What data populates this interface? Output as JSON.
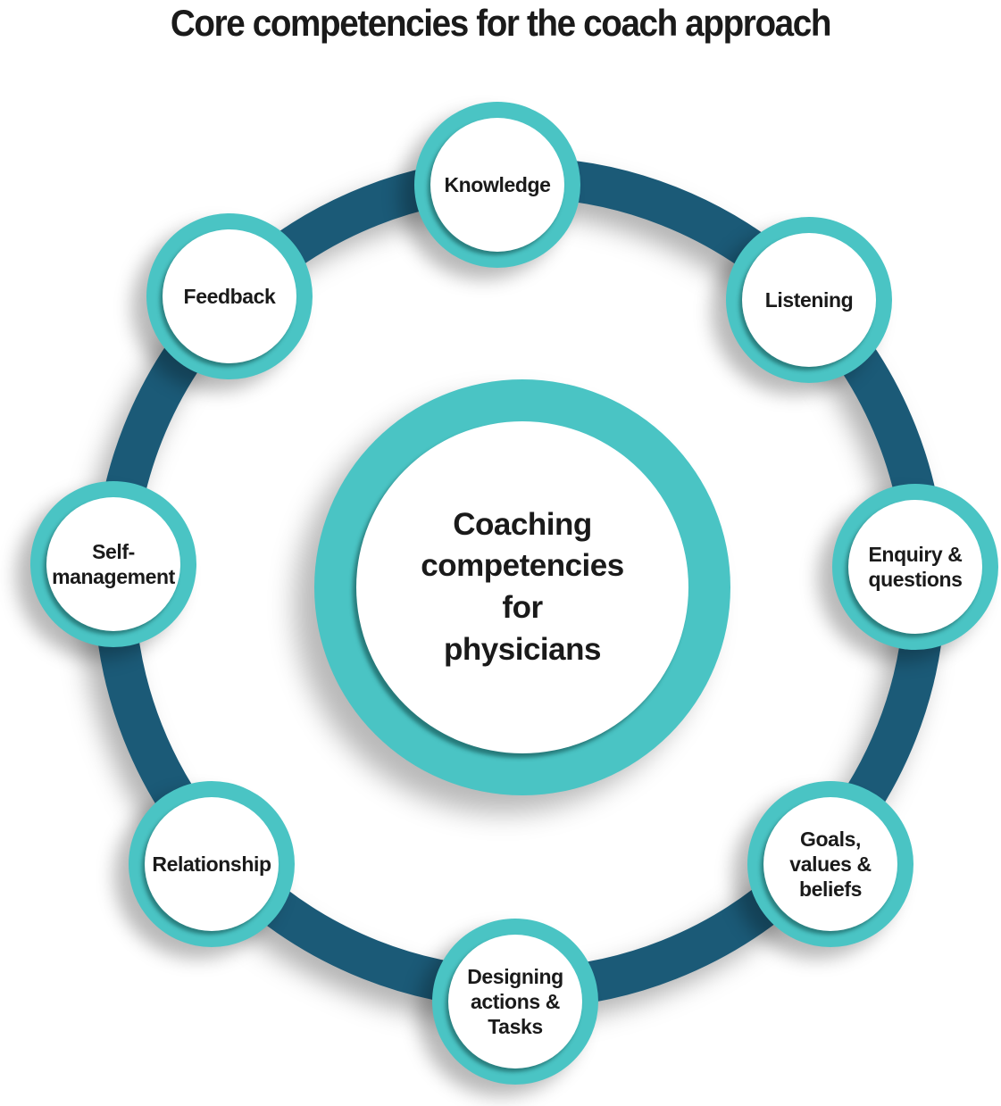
{
  "title": "Core competencies for the coach approach",
  "center_circle": {
    "label": "Coaching\ncompetencies\nfor\nphysicians"
  },
  "nodes": [
    {
      "id": "knowledge",
      "label": "Knowledge"
    },
    {
      "id": "listening",
      "label": "Listening"
    },
    {
      "id": "enquiry-questions",
      "label": "Enquiry &\nquestions"
    },
    {
      "id": "goals-values-beliefs",
      "label": "Goals,\nvalues &\nbeliefs"
    },
    {
      "id": "designing-actions-tasks",
      "label": "Designing\nactions &\nTasks"
    },
    {
      "id": "relationship",
      "label": "Relationship"
    },
    {
      "id": "self-management",
      "label": "Self-\nmanagement"
    },
    {
      "id": "feedback",
      "label": "Feedback"
    }
  ],
  "colors": {
    "teal": "#4AC4C4",
    "dark_ring": "#1B5A77",
    "text": "#1A1A1A",
    "background": "#FFFFFF"
  }
}
